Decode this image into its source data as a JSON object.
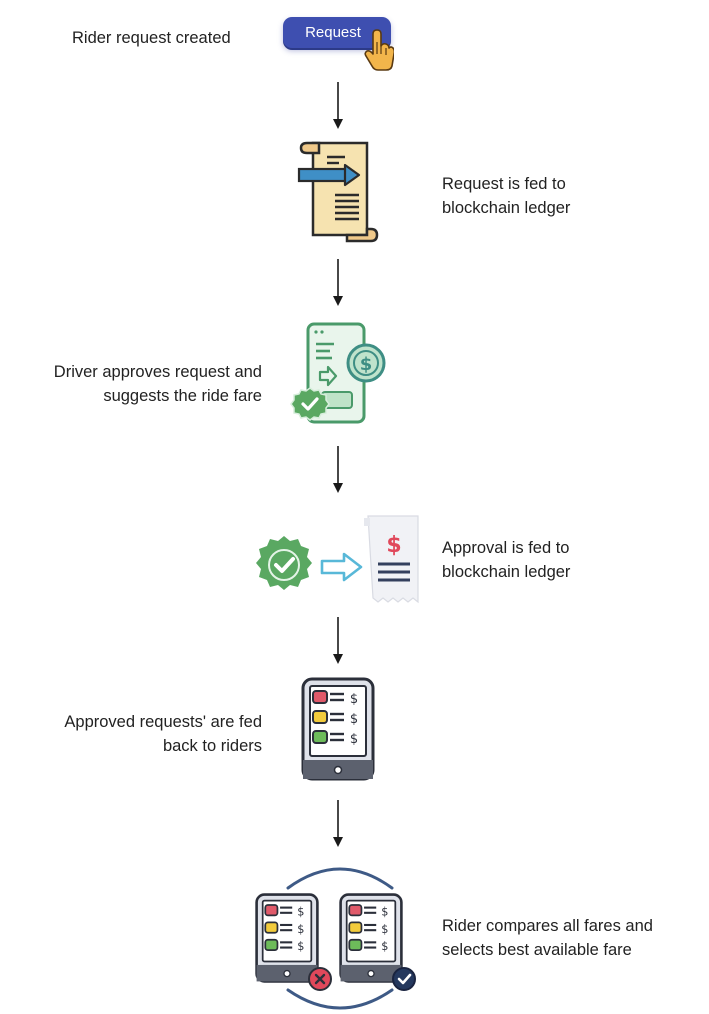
{
  "steps": [
    {
      "label_lines": [
        "Rider request created"
      ]
    },
    {
      "label_lines": [
        "Request is fed to",
        "blockchain ledger"
      ]
    },
    {
      "label_lines": [
        "Driver approves request and",
        "suggests the ride fare"
      ]
    },
    {
      "label_lines": [
        "Approval is fed to",
        "blockchain ledger"
      ]
    },
    {
      "label_lines": [
        "Approved requests' are fed",
        "back to riders"
      ]
    },
    {
      "label_lines": [
        "Rider compares all fares and",
        "selects best available fare"
      ]
    }
  ],
  "request_button": {
    "label": "Request"
  },
  "icons": {
    "cursor": "hand-pointer-icon",
    "ledger": "scroll-document-icon",
    "approval_doc": "invoice-dollar-icon",
    "approved_badge": "check-badge-icon",
    "transfer_arrow": "hollow-arrow-right-icon",
    "receipt": "receipt-dollar-icon",
    "fare_list": "tablet-fare-list-icon",
    "rejected": "x-circle-icon",
    "selected": "check-circle-icon"
  },
  "colors": {
    "button": "#3e4fb0",
    "arrow": "#1a1a1a",
    "green": "#5aa862",
    "teal": "#3e8e84",
    "scroll": "#f6e3b0",
    "blue_arrow": "#3f8fc6",
    "red": "#e0485b",
    "navy": "#24385e"
  },
  "currency_symbol": "$"
}
